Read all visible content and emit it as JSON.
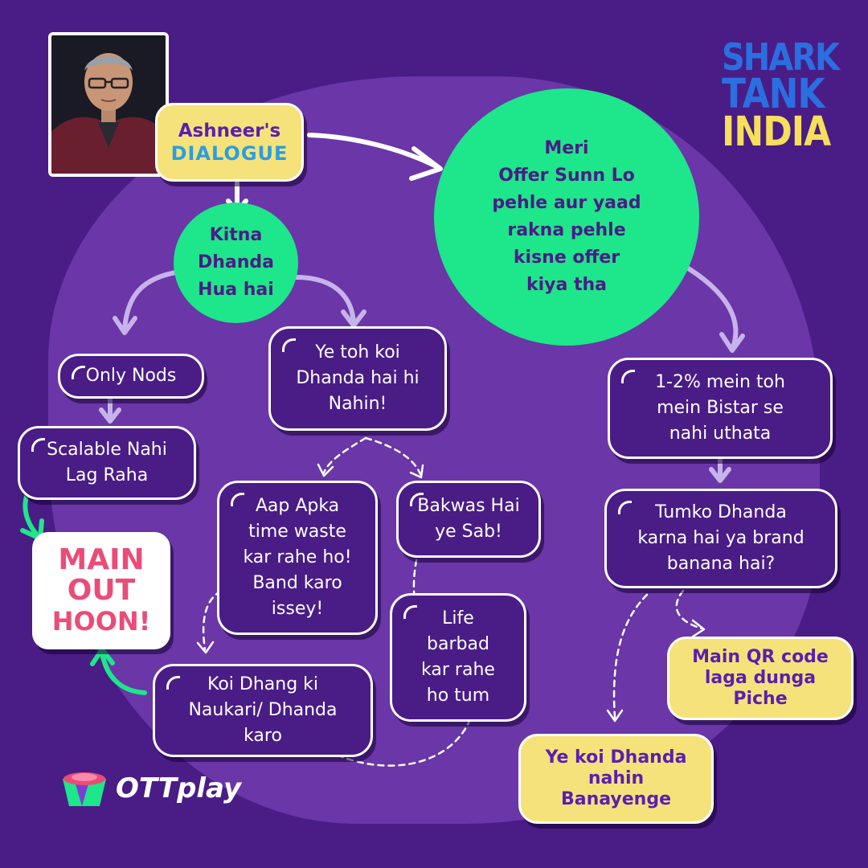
{
  "colors": {
    "background": "#4a1c86",
    "blob": "#6a36a8",
    "green": "#1ee68a",
    "yellow": "#f6e27a",
    "pink": "#ea4c78",
    "logo_blue": "#2a6fe0",
    "logo_yellow": "#f6df5a"
  },
  "logo": {
    "line1": "SHARK",
    "line2": "TANK",
    "line3": "INDIA"
  },
  "header": {
    "line1": "Ashneer's",
    "line2": "DIALOGUE"
  },
  "nodes": {
    "kitna": "Kitna\nDhanda\nHua hai",
    "meri": "Meri\nOffer Sunn Lo\npehle aur yaad\nrakna pehle\nkisne offer\nkiya tha",
    "only_nods": "Only Nods",
    "scalable": "Scalable Nahi\nLag Raha",
    "ye_toh": "Ye toh koi\nDhanda hai hi\nNahin!",
    "aap_apka": "Aap Apka\ntime waste\nkar rahe ho!\nBand karo\nissey!",
    "bakwas": "Bakwas Hai\nye Sab!",
    "life": "Life\nbarbad\nkar rahe\nho tum",
    "koi_dhang": "Koi Dhang ki\nNaukari/ Dhanda\nkaro",
    "percent": "1-2% mein toh\nmein Bistar se\nnahi uthata",
    "tumko": "Tumko Dhanda\nkarna hai ya brand\nbanana hai?",
    "qr": "Main QR code\nlaga dunga\nPiche",
    "ye_koi": "Ye koi Dhanda\nnahin\nBanayenge"
  },
  "main_out": {
    "line1": "MAIN",
    "line2": "OUT",
    "line3": "HOON!"
  },
  "footer": {
    "brand": "OTTplay"
  },
  "icons": [
    "portrait-photo",
    "ottplay-logo-icon"
  ]
}
